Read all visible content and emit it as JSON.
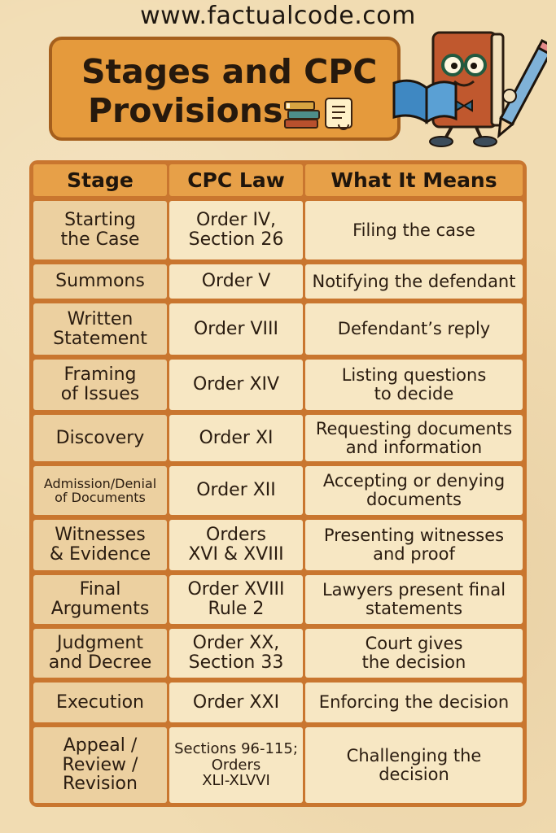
{
  "site": "www.factualcode.com",
  "title": {
    "line1": "Stages and CPC",
    "line2": "Provisions"
  },
  "icons": {
    "title_decor": [
      "books-icon",
      "scroll-icon"
    ],
    "mascot": "book-mascot-icon"
  },
  "table": {
    "headers": [
      "Stage",
      "CPC Law",
      "What It Means"
    ],
    "rows": [
      {
        "stage": "Starting\nthe Case",
        "law": "Order IV,\nSection 26",
        "meaning": "Filing the case"
      },
      {
        "stage": "Summons",
        "law": "Order V",
        "meaning": "Notifying the defendant"
      },
      {
        "stage": "Written\nStatement",
        "law": "Order VIII",
        "meaning": "Defendant’s reply"
      },
      {
        "stage": "Framing\nof Issues",
        "law": "Order XIV",
        "meaning": "Listing questions\nto decide"
      },
      {
        "stage": "Discovery",
        "law": "Order XI",
        "meaning": "Requesting documents\nand information"
      },
      {
        "stage": "Admission/Denial\nof Documents",
        "law": "Order XII",
        "meaning": "Accepting or denying\ndocuments"
      },
      {
        "stage": "Witnesses\n& Evidence",
        "law": "Orders\nXVI & XVIII",
        "meaning": "Presenting witnesses\nand proof"
      },
      {
        "stage": "Final\nArguments",
        "law": "Order XVIII\nRule 2",
        "meaning": "Lawyers present final\nstatements"
      },
      {
        "stage": "Judgment\nand Decree",
        "law": "Order XX,\nSection 33",
        "meaning": "Court gives\nthe decision"
      },
      {
        "stage": "Execution",
        "law": "Order XXI",
        "meaning": "Enforcing the decision"
      },
      {
        "stage": "Appeal /\nReview /\nRevision",
        "law": "Sections 96-115;\nOrders\nXLI-XLVVI",
        "meaning": "Challenging the\ndecision"
      }
    ]
  }
}
